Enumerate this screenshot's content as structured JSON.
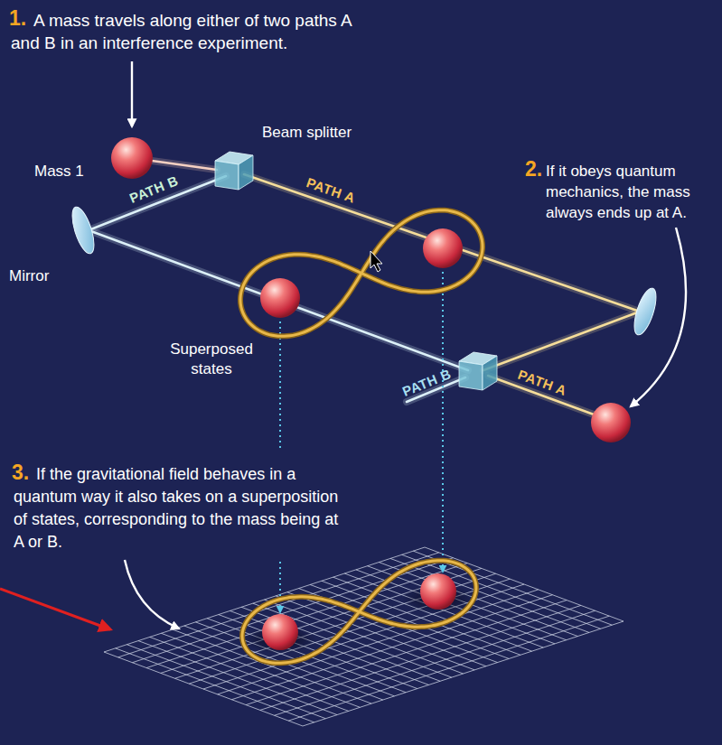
{
  "diagram": {
    "labels": [
      "1.",
      "A mass travels along either of two paths A and B in an interference experiment.",
      "Beam splitter",
      "Mass 1",
      "PATH B",
      "PATH A",
      "2.",
      "If it obeys quantum mechanics, the mass always ends up at A.",
      "Mirror",
      "Superposed states",
      "PATH B",
      "PATH A",
      "3.",
      "If the gravitational field behaves in a quantum way it also takes on a superposition of states, corresponding to the mass being at A or B."
    ]
  }
}
